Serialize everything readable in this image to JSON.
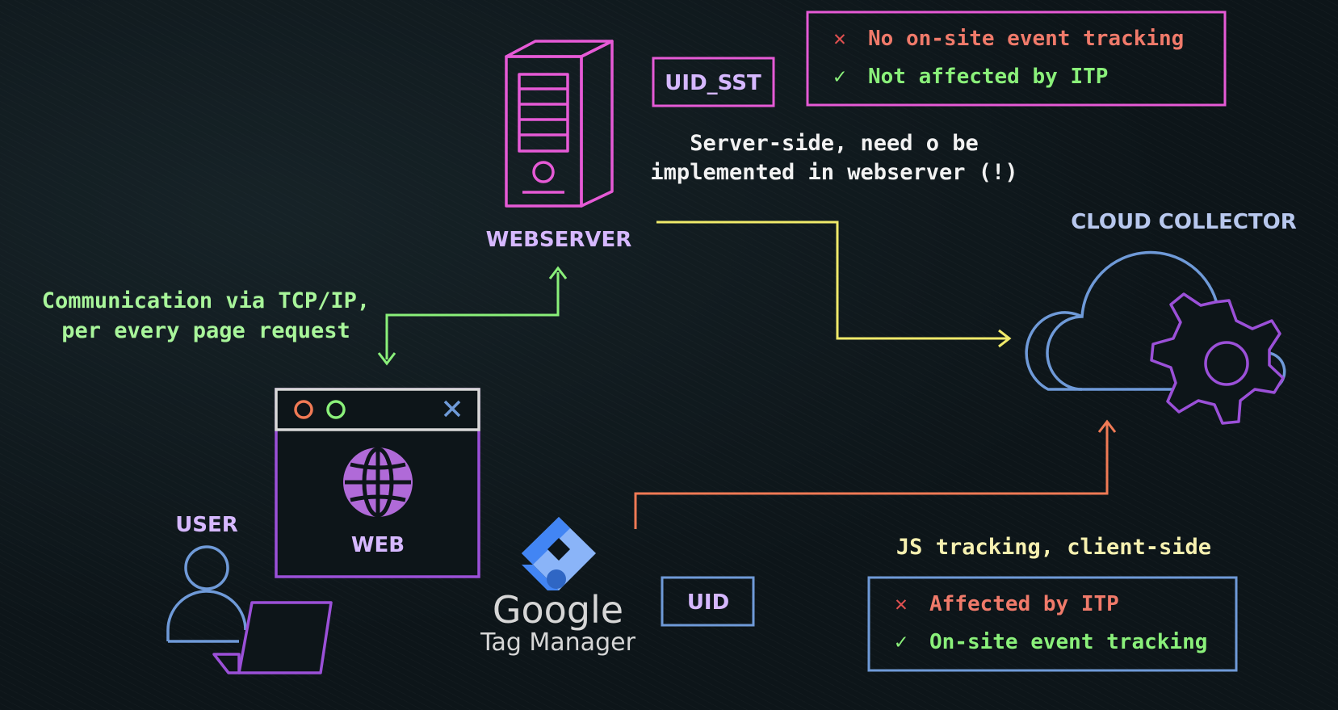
{
  "colors": {
    "background": "#0d1519",
    "pink": "#e65ad6",
    "lavender": "#d6b8ff",
    "purple": "#9b50d8",
    "blue": "#6f9ad8",
    "green": "#8af07a",
    "yellow": "#f0ea6a",
    "orange": "#f07a55",
    "red": "#e05050",
    "white": "#f2f2f2",
    "cream": "#f6f0b0"
  },
  "webserver": {
    "label": "WEBSERVER",
    "icon": "server-tower-icon",
    "uid_tag": "UID_SST",
    "note_line1": "Server-side, need o be",
    "note_line2": "implemented in webserver (!)",
    "features": [
      {
        "mark": "✕",
        "text": "No on-site event tracking"
      },
      {
        "mark": "✓",
        "text": "Not affected by ITP"
      }
    ]
  },
  "cloud": {
    "label": "CLOUD COLLECTOR",
    "icon": "cloud-gear-icon"
  },
  "communication": {
    "line1": "Communication via TCP/IP,",
    "line2": "per every page request"
  },
  "web": {
    "label": "WEB",
    "icon": "globe-icon",
    "window_controls": [
      "circle-orange",
      "circle-green",
      "close-x"
    ]
  },
  "user": {
    "label": "USER",
    "icon": "user-laptop-icon"
  },
  "gtm": {
    "logo_word": "Google",
    "logo_product": "Tag Manager",
    "uid_tag": "UID",
    "note": "JS tracking, client-side",
    "features": [
      {
        "mark": "✕",
        "text": "Affected by ITP"
      },
      {
        "mark": "✓",
        "text": "On-site event tracking"
      }
    ]
  }
}
